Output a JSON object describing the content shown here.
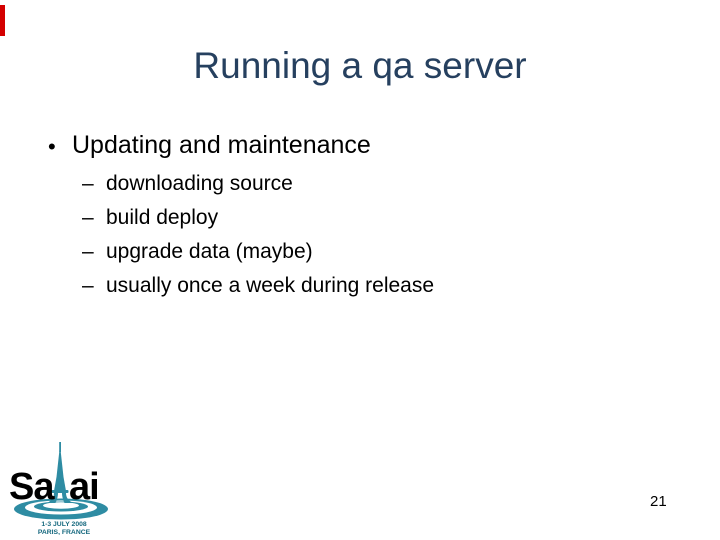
{
  "slide": {
    "title": "Running a qa server",
    "page_number": "21"
  },
  "bullets": {
    "level1_marker": "•",
    "level1": "Updating and maintenance",
    "level2_marker": "–",
    "level2": [
      "downloading source",
      "build deploy",
      "upgrade data (maybe)",
      "usually once a week during release"
    ]
  },
  "logo": {
    "brand_prefix": "Sa",
    "brand_suffix": "ai",
    "date_line": "1-3 JULY 2008",
    "location_line": "PARIS, FRANCE"
  },
  "colors": {
    "title_navy": "#26405f",
    "body_black": "#000000",
    "logo_teal": "#2e8ca3",
    "logo_caption_teal": "#15687e",
    "edge_mark_red": "#d40000"
  }
}
